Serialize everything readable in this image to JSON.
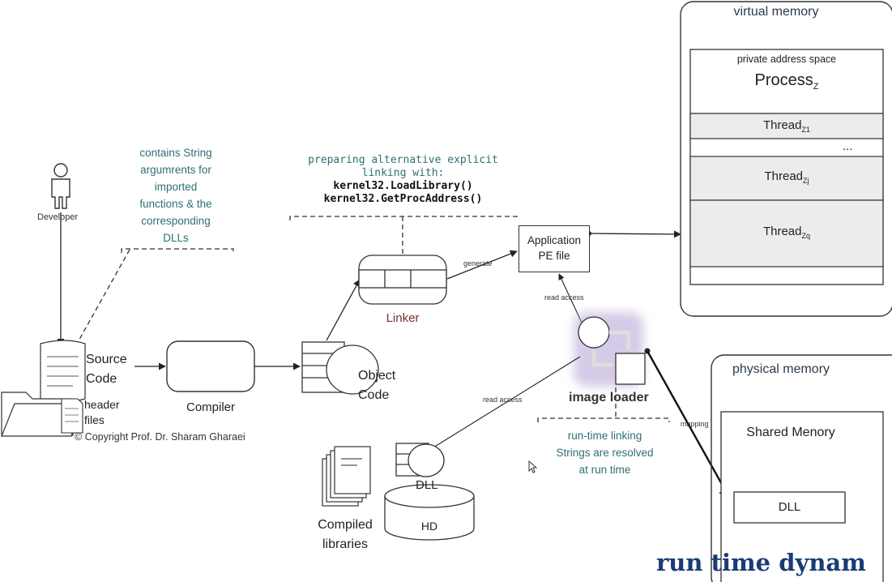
{
  "developer_label": "Developer",
  "note_strings": [
    "contains String",
    "argumrents for",
    "imported",
    "functions & the",
    "corresponding",
    "DLLs"
  ],
  "source_code": [
    "Source",
    "Code"
  ],
  "header_files": [
    "header",
    "files"
  ],
  "copyright": "© Copyright Prof. Dr. Sharam Gharaei",
  "compiler_label": "Compiler",
  "object_code": [
    "Object",
    "Code"
  ],
  "linker_label": "Linker",
  "explicit_note": {
    "line1": "preparing alternative explicit",
    "line2": "linking with:",
    "line3": "kernel32.LoadLibrary()",
    "line4": "kernel32.GetProcAddress()"
  },
  "generate_label": "generate",
  "app_pe": [
    "Application",
    "PE file"
  ],
  "read_access_top": "read access",
  "read_access_left": "read access",
  "image_loader_label": "image loader",
  "runtime_note": [
    "run-time linking",
    "Strings are resolved",
    "at run time"
  ],
  "dll_label": "DLL",
  "hd_label": "HD",
  "compiled_libs": [
    "Compiled",
    "libraries"
  ],
  "mapping_label": "mapping",
  "virtual_memory": {
    "title": "virtual memory",
    "pas_label": "private address space",
    "process": "Process",
    "process_sub": "Z",
    "thread1": "Thread",
    "thread1_sub": "Z1",
    "dots": "...",
    "threadj": "Thread",
    "threadj_sub": "Zj",
    "threadq": "Thread",
    "threadq_sub": "Zq"
  },
  "physical_memory": {
    "title": "physical memory",
    "shared": "Shared Menory",
    "dll": "DLL"
  },
  "banner": "run time dynam"
}
